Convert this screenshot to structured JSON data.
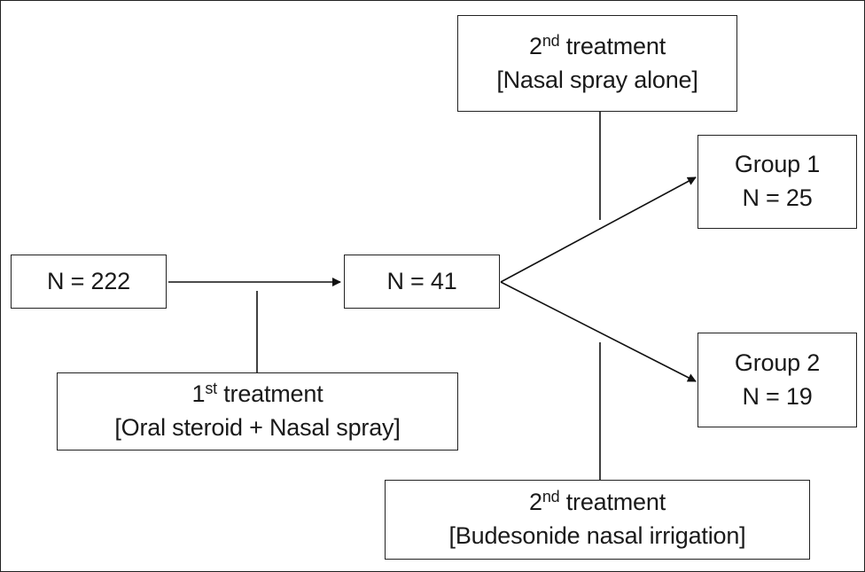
{
  "nodes": {
    "start": {
      "label": "N = 222"
    },
    "first_treatment": {
      "ordinal_number": "1",
      "ordinal_suffix": "st",
      "title_rest": " treatment",
      "detail": "[Oral steroid + Nasal spray]"
    },
    "middle": {
      "label": "N = 41"
    },
    "second_treatment_top": {
      "ordinal_number": "2",
      "ordinal_suffix": "nd",
      "title_rest": " treatment",
      "detail": "[Nasal spray alone]"
    },
    "second_treatment_bottom": {
      "ordinal_number": "2",
      "ordinal_suffix": "nd",
      "title_rest": " treatment",
      "detail": "[Budesonide nasal irrigation]"
    },
    "group1": {
      "name": "Group 1",
      "count": "N = 25"
    },
    "group2": {
      "name": "Group 2",
      "count": "N = 19"
    }
  }
}
